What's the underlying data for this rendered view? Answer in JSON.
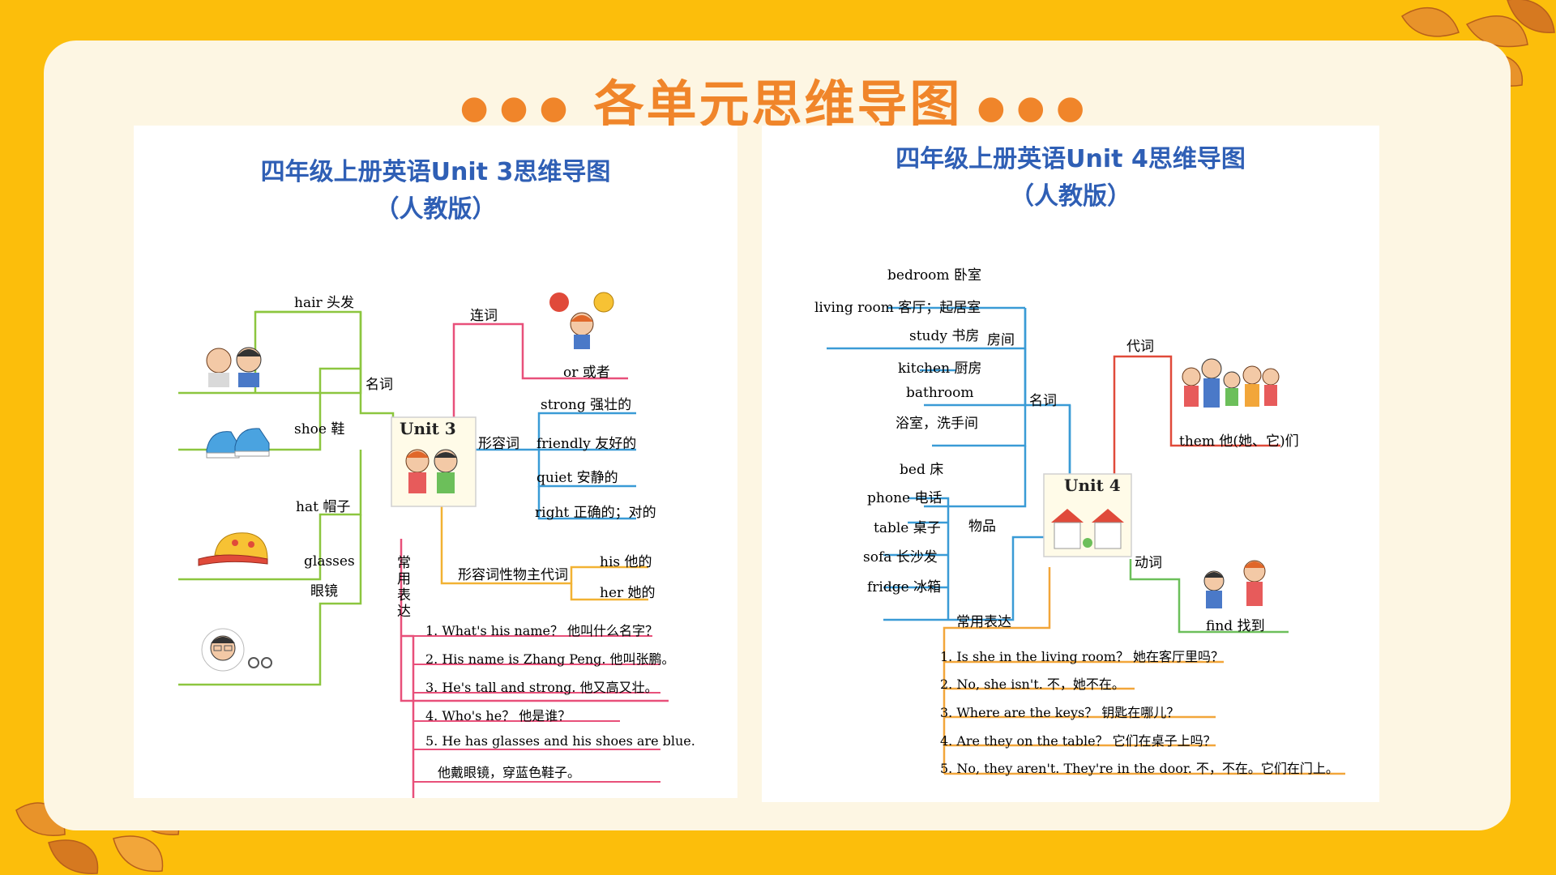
{
  "slide": {
    "title": "各单元思维导图",
    "colors": {
      "background": "#fcbe0b",
      "card": "#fdf6e3",
      "title": "#f0852a",
      "map_title": "#2f5fb5"
    }
  },
  "unit3": {
    "title_line1": "四年级上册英语Unit 3思维导图",
    "title_line2": "（人教版）",
    "center": "Unit 3",
    "nouns": {
      "label": "名词",
      "items": [
        "hair 头发",
        "shoe 鞋",
        "hat 帽子",
        "glasses",
        "眼镜"
      ]
    },
    "conj": {
      "label": "连词",
      "item": "or 或者"
    },
    "adj": {
      "label": "形容词",
      "items": [
        "strong 强壮的",
        "friendly 友好的",
        "quiet 安静的",
        "right 正确的；对的"
      ]
    },
    "poss": {
      "label": "形容词性物主代词",
      "items": [
        "his 他的",
        "her 她的"
      ]
    },
    "phrases": {
      "label": "常用表达",
      "items": [
        "1. What's his name？ 他叫什么名字？",
        "2. His name is Zhang Peng. 他叫张鹏。",
        "3. He's tall and strong. 他又高又壮。",
        "4. Who's he？ 他是谁？",
        "5. He has glasses and his shoes are blue.",
        "他戴眼镜，穿蓝色鞋子。"
      ]
    }
  },
  "unit4": {
    "title_line1": "四年级上册英语Unit 4思维导图",
    "title_line2": "（人教版）",
    "center": "Unit 4",
    "noun_label": "名词",
    "rooms": {
      "label": "房间",
      "items": [
        "bedroom 卧室",
        "living room 客厅；起居室",
        "study 书房",
        "kitchen 厨房",
        "bathroom",
        "浴室，洗手间"
      ]
    },
    "things": {
      "label": "物品",
      "items": [
        "bed 床",
        "phone 电话",
        "table 桌子",
        "sofa 长沙发",
        "fridge 冰箱"
      ]
    },
    "pron": {
      "label": "代词",
      "item": "them 他(她、它)们"
    },
    "verb": {
      "label": "动词",
      "item": "find 找到"
    },
    "phrases": {
      "label": "常用表达",
      "items": [
        "1. Is she in the living room？ 她在客厅里吗？",
        "2. No, she isn't. 不，她不在。",
        "3. Where are the keys？ 钥匙在哪儿？",
        "4. Are they on the table？ 它们在桌子上吗？",
        "5. No, they aren't. They're in the door. 不，不在。它们在门上。"
      ]
    }
  }
}
